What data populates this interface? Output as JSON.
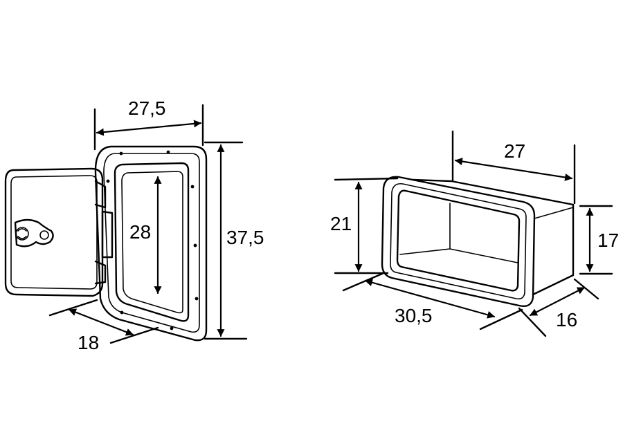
{
  "hatch": {
    "dimensions": {
      "frame_width": "27,5",
      "frame_height": "37,5",
      "opening_height": "28",
      "depth": "18"
    }
  },
  "box": {
    "dimensions": {
      "length": "27",
      "height_front": "21",
      "height_back": "17",
      "front_width": "30,5",
      "depth": "16"
    }
  }
}
